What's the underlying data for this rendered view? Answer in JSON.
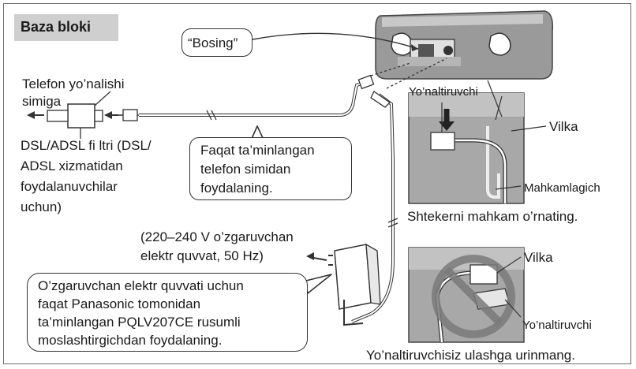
{
  "title": "Baza bloki",
  "callout_bosing": "“Bosing”",
  "label_telefon_line1": "Telefon yo’nalishi",
  "label_telefon_line2": "simiga",
  "label_dsl_line1": "DSL/ADSL fi ltri (DSL/",
  "label_dsl_line2": "ADSL xizmatidan",
  "label_dsl_line3": "foydalanuvchilar",
  "label_dsl_line4": "uchun)",
  "note_cord_line1": "Faqat ta’minlangan",
  "note_cord_line2": "telefon simidan",
  "note_cord_line3": "foydalaning.",
  "label_power_line1": "(220–240 V o’zgaruvchan",
  "label_power_line2": "elektr quvvat, 50 Hz)",
  "note_adaptor_line1": "O’zgaruvchan elektr quvvati uchun",
  "note_adaptor_line2": "faqat Panasonic tomonidan",
  "note_adaptor_line3": "ta’minlangan PQLV207CE rusumli",
  "note_adaptor_line4": "moslashtirgichdan foydalaning.",
  "label_guide_top": "Yo’naltiruvchi",
  "label_plug_top": "Vilka",
  "label_hook": "Mahkamlagich",
  "caption_top": "Shtekerni mahkam o’rnating.",
  "label_plug_bottom": "Vilka",
  "label_guide_bottom": "Yo’naltiruvchi",
  "caption_bottom": "Yo’naltiruvchisiz ulashga urinmang.",
  "colors": {
    "frame": "#6d6d6d",
    "title_bg": "#cfcfcf",
    "photo_bg": "#a8a8a8",
    "prohibit": "#7a7a7a"
  }
}
